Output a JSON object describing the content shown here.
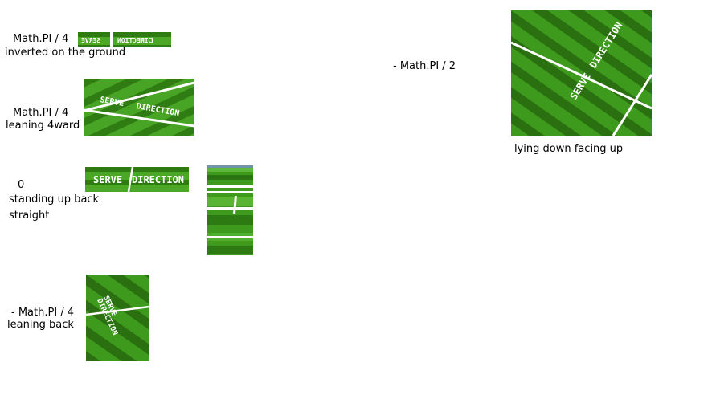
{
  "rows": {
    "inverted": {
      "angle": "Math.PI / 4",
      "desc": "inverted on the ground"
    },
    "forward": {
      "angle": "Math.PI / 4",
      "desc": "leaning 4ward"
    },
    "standing": {
      "angle": "0",
      "desc_line1": "standing up back",
      "desc_line2": "straight"
    },
    "back": {
      "angle": "- Math.PI / 4",
      "desc": "leaning back"
    }
  },
  "top_right": {
    "angle": "- Math.PI / 2",
    "desc": "lying down facing up"
  },
  "texture": {
    "word1": "SERVE",
    "word2": "DIRECTION",
    "word1_mirrored": "ƎVЯƎƧ",
    "word2_mirrored": "ИOITϽƎЯIᗡ",
    "grass_color": "#3f9a1d",
    "stripe_color": "#2f7d12",
    "line_color": "#ffffff"
  }
}
